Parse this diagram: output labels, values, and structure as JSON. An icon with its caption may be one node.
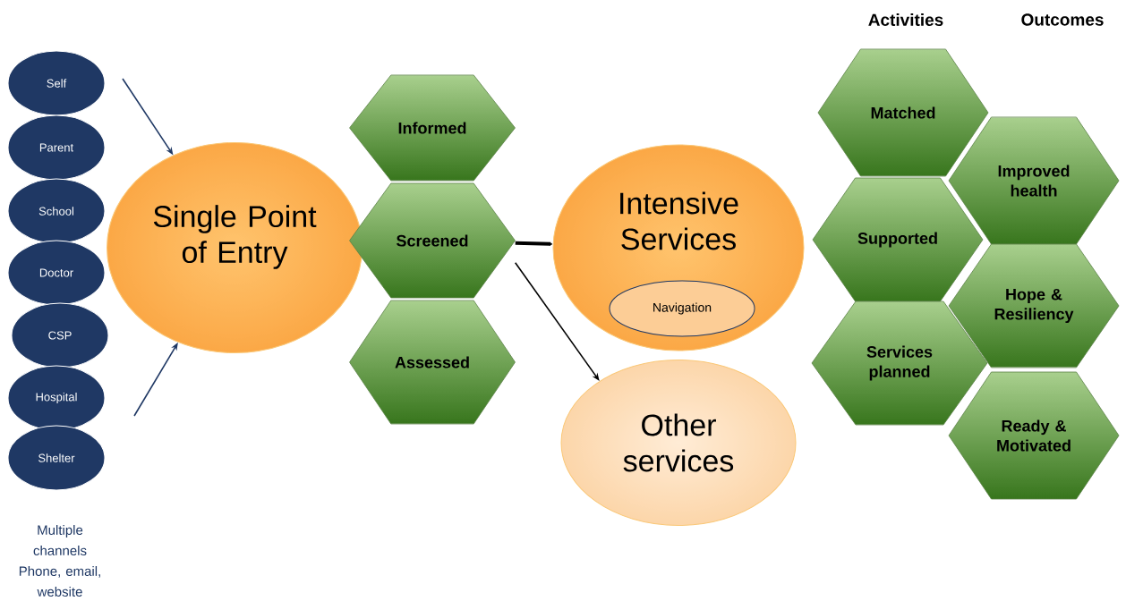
{
  "diagram": {
    "nodes": [
      {
        "text": [
          "Self"
        ]
      },
      {
        "text": [
          "Parent"
        ]
      },
      {
        "text": [
          "School"
        ]
      },
      {
        "text": [
          "Doctor"
        ]
      },
      {
        "text": [
          "CSP"
        ]
      },
      {
        "text": [
          "Hospital"
        ]
      },
      {
        "text": [
          "Shelter"
        ]
      },
      {
        "text": [
          "Single Point of Entry"
        ]
      },
      {
        "text": [
          "Informed"
        ]
      },
      {
        "text": [
          "Screened"
        ]
      },
      {
        "text": [
          "Assessed"
        ]
      },
      {
        "text": [
          "Intensive Services"
        ]
      },
      {
        "text": [
          "Navigation"
        ],
        "in": 11
      },
      {
        "text": [
          "Other services"
        ]
      },
      {
        "text": [
          "Matched"
        ]
      },
      {
        "text": [
          "Supported"
        ]
      },
      {
        "text": [
          "Services planned"
        ]
      },
      {
        "text": [
          "Improved health"
        ]
      },
      {
        "text": [
          "Hope & Resiliency"
        ]
      },
      {
        "text": [
          "Ready & Motivated"
        ]
      }
    ],
    "edges": [
      {
        "from": null,
        "to": 7,
        "arrow": "to",
        "color": "#1f3864"
      },
      {
        "from": null,
        "to": 7,
        "arrow": "to",
        "color": "#1f3864"
      },
      {
        "from": 9,
        "to": 11,
        "arrow": "to",
        "style": "thick",
        "color": "#000000"
      },
      {
        "from": 9,
        "to": 13,
        "arrow": "to",
        "color": "#000000"
      }
    ],
    "labels": [
      "Activities",
      "Outcomes",
      "Multiple channels Phone, email, website"
    ]
  }
}
